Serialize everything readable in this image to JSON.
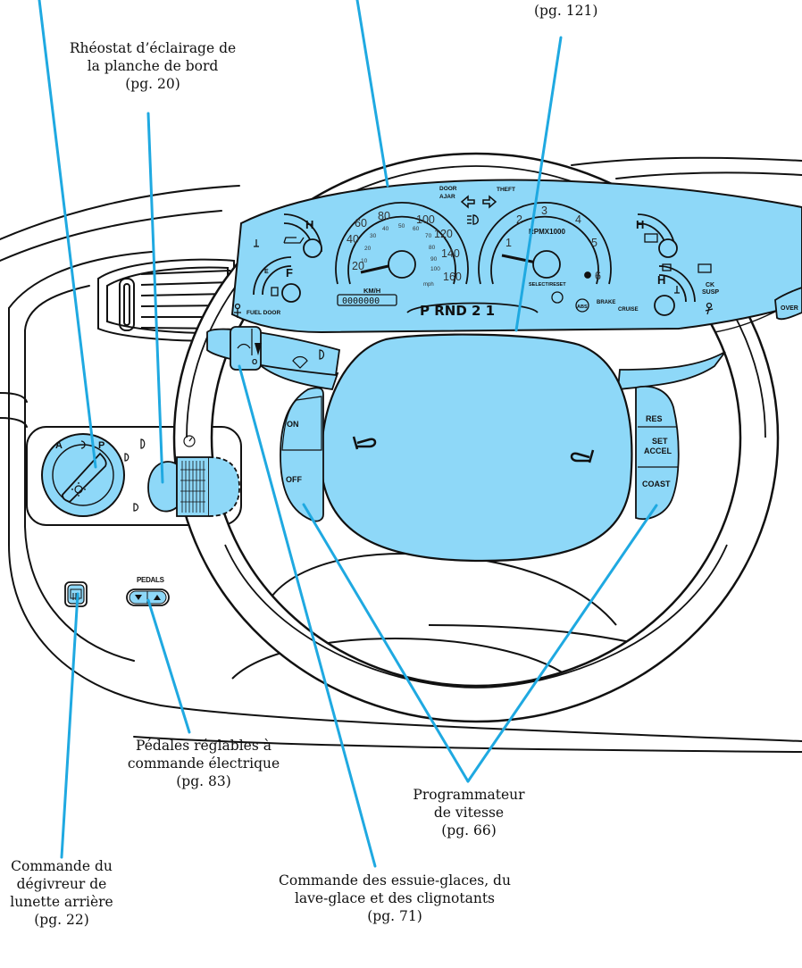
{
  "callouts": {
    "cluster_partial": {
      "lines": [
        "(pg. 121)"
      ]
    },
    "dimmer": {
      "lines": [
        "Rhéostat d’éclairage de",
        "la planche de bord",
        "(pg. 20)"
      ]
    },
    "pedals": {
      "lines": [
        "Pédales réglables à",
        "commande électrique",
        "(pg. 83)"
      ]
    },
    "cruise": {
      "lines": [
        "Programmateur",
        "de vitesse",
        "(pg. 66)"
      ]
    },
    "defrost": {
      "lines": [
        "Commande du",
        "dégivreur de",
        "lunette arrière",
        "(pg. 22)"
      ]
    },
    "wiper": {
      "lines": [
        "Commande des essuie-glaces, du",
        "lave-glace et des clignotants",
        "(pg. 71)"
      ]
    }
  },
  "cluster": {
    "door_ajar_line1": "DOOR",
    "door_ajar_line2": "AJAR",
    "theft": "THEFT",
    "rpm": "RPMX1000",
    "kmh": "KM/H",
    "mph": "mph",
    "select_reset": "SELECT/RESET",
    "fuel_door": "FUEL DOOR",
    "odometer": "0000000",
    "prndl": "P RND 2 1",
    "brake": "BRAKE",
    "cruise": "CRUISE",
    "abs": "ABS",
    "check_susp_line1": "CK",
    "check_susp_line2": "SUSP",
    "gauge_h": "H",
    "gauge_f": "F",
    "gauge_e": "E",
    "speedo_kmh": [
      "20",
      "40",
      "60",
      "80",
      "100",
      "120",
      "140",
      "160"
    ],
    "speedo_mph": [
      "10",
      "20",
      "30",
      "40",
      "50",
      "60",
      "70",
      "80",
      "90",
      "100"
    ],
    "tach": [
      "1",
      "2",
      "3",
      "4",
      "5",
      "6"
    ]
  },
  "controls": {
    "headlamp_a": "A",
    "headlamp_p": "P",
    "pedals": "PEDALS",
    "overdrive": "OVER",
    "wiper_o": "O"
  },
  "cruise_buttons": {
    "on": "ON",
    "off": "OFF",
    "res": "RES",
    "set_accel_line1": "SET",
    "set_accel_line2": "ACCEL",
    "coast": "COAST"
  },
  "colors": {
    "panel_fill": "#8ed8f8",
    "leader": "#1fa9e1",
    "outline": "#111111"
  }
}
